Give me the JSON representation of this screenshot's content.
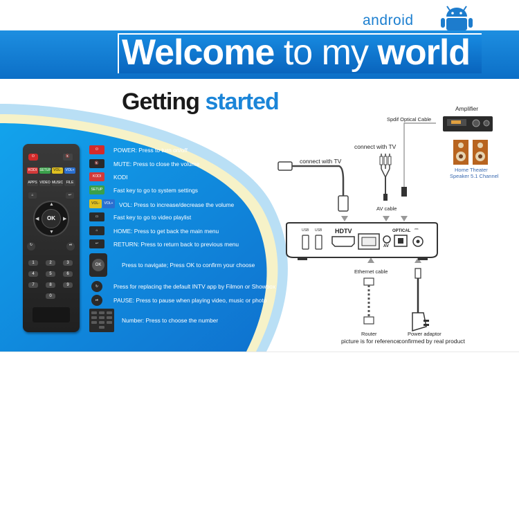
{
  "header": {
    "brand_word": "android",
    "title_bold_1": "Welcome",
    "title_thin": "to my",
    "title_bold_2": "world"
  },
  "heading": {
    "part1": "Getting",
    "part2": "started"
  },
  "remote": {
    "kodi_key": "KODI",
    "setup_key": "SETUP",
    "vol_minus_key": "VOL-",
    "vol_plus_key": "VOL+",
    "apps_key": "APPS",
    "video_key": "VIDEO",
    "music_key": "MUSIC",
    "file_key": "FILE",
    "ok_key": "OK",
    "numbers": [
      "1",
      "2",
      "3",
      "4",
      "5",
      "6",
      "7",
      "8",
      "9",
      "0"
    ]
  },
  "legend": [
    {
      "icon": "power-icon",
      "text": "POWER: Press to turn on/off"
    },
    {
      "icon": "mute-icon",
      "text": "MUTE: Press to close the volume"
    },
    {
      "icon": "kodi-icon",
      "text": "KODI"
    },
    {
      "icon": "setup-icon",
      "text": "Fast key to go to system settings"
    },
    {
      "icon": "volume-icon",
      "text": "VOL: Press to increase/decrease the volume"
    },
    {
      "icon": "video-icon",
      "text": "Fast key to go to video playlist"
    },
    {
      "icon": "home-icon",
      "text": "HOME: Press to get back the main menu"
    },
    {
      "icon": "return-icon",
      "text": "RETURN: Press to return back to previous menu"
    },
    {
      "icon": "navigate-icon",
      "text": "Press to navigate; Press OK to confirm your choose"
    },
    {
      "icon": "replace-app-icon",
      "text": "Press for replacing the default INTV app by Filmon or Showbox"
    },
    {
      "icon": "pause-icon",
      "text": "PAUSE: Press to pause when playing video, music or photo"
    },
    {
      "icon": "number-pad-icon",
      "text": "Number: Press to choose the number"
    }
  ],
  "legend_icon_labels": {
    "kodi": "KODI",
    "setup": "SETUP",
    "vol_minus": "VOL-",
    "vol_plus": "VOL+",
    "ok": "OK"
  },
  "diagram": {
    "spdif_cable": "Spdif Optical Cable",
    "amplifier": "Amplifier",
    "connect_tv_1": "connect with TV",
    "connect_tv_2": "connect with TV",
    "home_theater_1": "Home Theater",
    "home_theater_2": "Speaker 5.1 Channel",
    "av_cable": "AV cable",
    "port_hdtv": "HDTV",
    "port_optical": "OPTICAL",
    "port_av": "AV",
    "ethernet_cable": "Ethernet cable",
    "router": "Router",
    "power_adaptor": "Power adaptor",
    "ref_note": "picture is for reference",
    "confirm_note": "confirmed by real product"
  },
  "colors": {
    "accent_blue": "#1b85d8",
    "band_blue": "#0c6fc7",
    "text_dark": "#1a1a1a"
  }
}
